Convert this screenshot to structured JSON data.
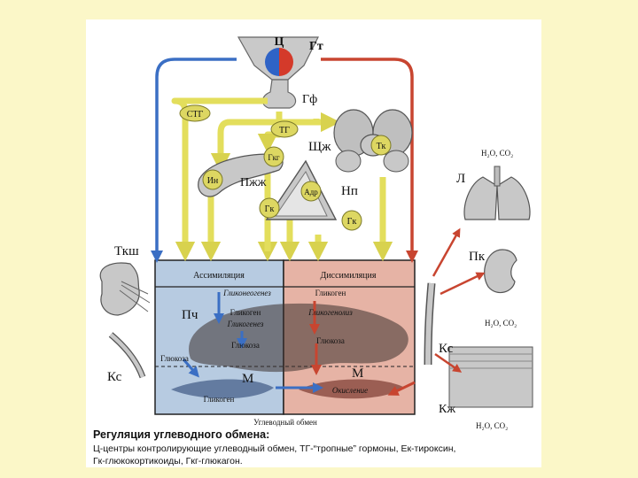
{
  "labels": {
    "center": "Ц",
    "hypothalamus": "Гт",
    "pituitary": "Гф",
    "stg": "СТГ",
    "tg": "ТГ",
    "thyroid": "Щж",
    "thyroid_hormone": "Тк",
    "glucagon_hormone": "Гкг",
    "insulin": "Ин",
    "pancreas": "Пжж",
    "adrenaline": "Адр",
    "adrenal": "Нп",
    "gk_left": "Гк",
    "gk_right": "Гк",
    "tksh": "Ткш",
    "pch": "Пч",
    "ks_left": "Кс",
    "ks_right": "Кс",
    "m_left": "М",
    "m_right": "М",
    "lung": "Л",
    "kidney": "Пк",
    "skin": "Кж",
    "lung_output": "H₂O, CO₂",
    "kidney_output": "H₂O, CO₂",
    "skin_output": "H₂O, CO₂"
  },
  "panels": {
    "assimilation": "Ассимиляция",
    "dissimilation": "Диссимиляция",
    "glyconeogenesis": "Гликонеогенез",
    "glycogen_left": "Гликоген",
    "glycogenesis": "Гликогенез",
    "glucose_left": "Глюкоза",
    "glucose_blood": "Глюкоза",
    "glycogen_muscle": "Гликоген",
    "glycogen_right": "Гликоген",
    "glycogenolysis": "Гликогенолиз",
    "glucose_right": "Глюкоза",
    "oxidation": "Окисление",
    "bottom": "Углеводный обмен"
  },
  "caption": {
    "title": "Регуляция углеводного обмена:",
    "line1": "Ц-центры контролирующие углеводный обмен, ТГ-“тропные” гормоны, Ек-тироксин,",
    "line2": "Гк-глюкокортикоиды, Гкг-глюкагон."
  },
  "colors": {
    "background": "#fbf7c8",
    "arrow_yellow": "#e3de5c",
    "arrow_blue": "#3b6fc4",
    "arrow_red": "#c84530",
    "panel_blue": "#b7cbe1",
    "panel_red": "#e6b3a5",
    "node_fill": "#ddd762"
  }
}
